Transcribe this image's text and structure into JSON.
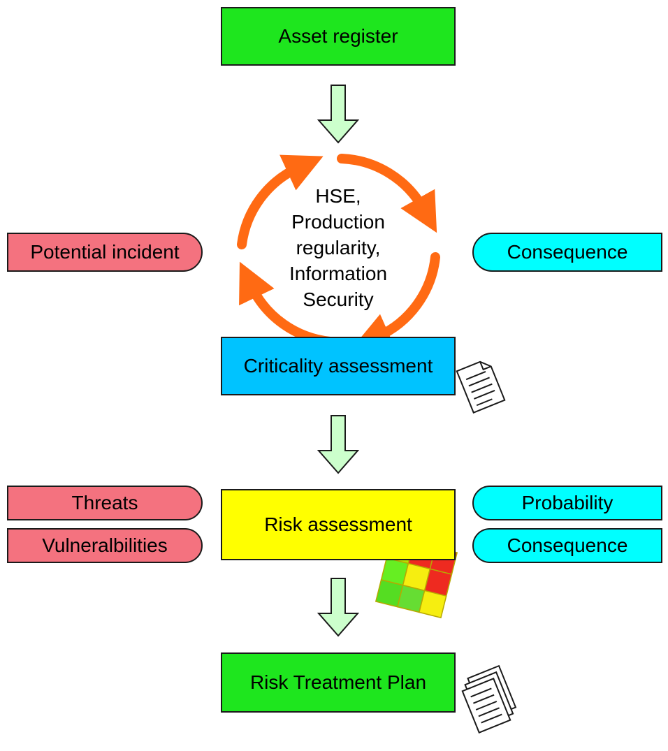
{
  "boxes": {
    "asset_register": "Asset register",
    "criticality_assessment": "Criticality assessment",
    "risk_assessment": "Risk assessment",
    "risk_treatment_plan": "Risk Treatment Plan"
  },
  "cycle": {
    "line1": "HSE,",
    "line2": "Production",
    "line3": "regularity,",
    "line4": "Information",
    "line5": "Security"
  },
  "left_inputs": {
    "potential_incident": "Potential incident",
    "threats": "Threats",
    "vulnerabilities": "Vulneralbilities"
  },
  "right_inputs": {
    "consequence_top": "Consequence",
    "probability": "Probability",
    "consequence_bottom": "Consequence"
  },
  "colors": {
    "green": "#1ee61e",
    "blue": "#00c3ff",
    "yellow": "#ffff00",
    "pink": "#f4727f",
    "cyan": "#00ffff",
    "orange": "#ff6a13",
    "arrow_fill": "#ccffcc"
  }
}
